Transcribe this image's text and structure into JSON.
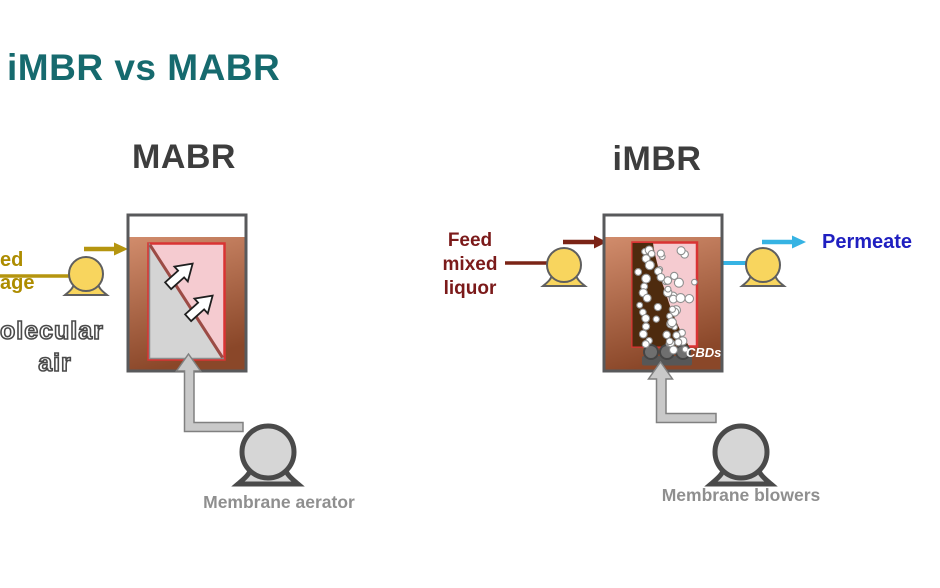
{
  "slide": {
    "title": "iMBR vs MABR"
  },
  "mabr": {
    "heading": "MABR",
    "feed_label_line1": "ed",
    "feed_label_line2": "age",
    "air_label_line1": "olecular",
    "air_label_line2": "air",
    "blower_label": "Membrane aerator"
  },
  "imbr": {
    "heading": "iMBR",
    "feed_label_line1": "Feed",
    "feed_label_line2": "mixed",
    "feed_label_line3": "liquor",
    "permeate_label": "Permeate",
    "diffuser_label": "CBDs",
    "blower_label": "Membrane blowers"
  },
  "colors": {
    "title_teal": "#166A6E",
    "heading_gray": "#3D3D3D",
    "tank_gradient_top": "#D18C6C",
    "tank_gradient_bottom": "#8A4729",
    "membrane_pink": "#F5CBD0",
    "membrane_border_red": "#D93333",
    "lumen_gray": "#D4D4D4",
    "sludge_brown": "#4E2B0E",
    "pump_yellow": "#F8D55E",
    "feed_sewage_gold": "#AD8C00",
    "feed_maroon": "#7B1A1A",
    "permeate_blue": "#1F1FC0",
    "permeate_cyan": "#36B3E3",
    "equipment_gray": "#C9C9C9",
    "label_gray": "#8F8F8F"
  }
}
